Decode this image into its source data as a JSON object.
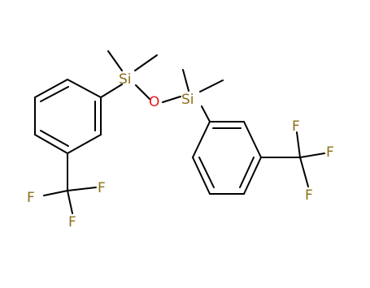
{
  "molecule": {
    "atoms": {
      "si_left": {
        "label": "Si",
        "color": "#8b6f14"
      },
      "oxygen": {
        "label": "O",
        "color": "#e8191e"
      },
      "si_right": {
        "label": "Si",
        "color": "#8b6f14"
      },
      "f1_left": {
        "label": "F",
        "color": "#8b6f14"
      },
      "f2_left": {
        "label": "F",
        "color": "#8b6f14"
      },
      "f3_left": {
        "label": "F",
        "color": "#8b6f14"
      },
      "f1_right": {
        "label": "F",
        "color": "#8b6f14"
      },
      "f2_right": {
        "label": "F",
        "color": "#8b6f14"
      },
      "f3_right": {
        "label": "F",
        "color": "#8b6f14"
      }
    },
    "bond_color": "#000000"
  }
}
